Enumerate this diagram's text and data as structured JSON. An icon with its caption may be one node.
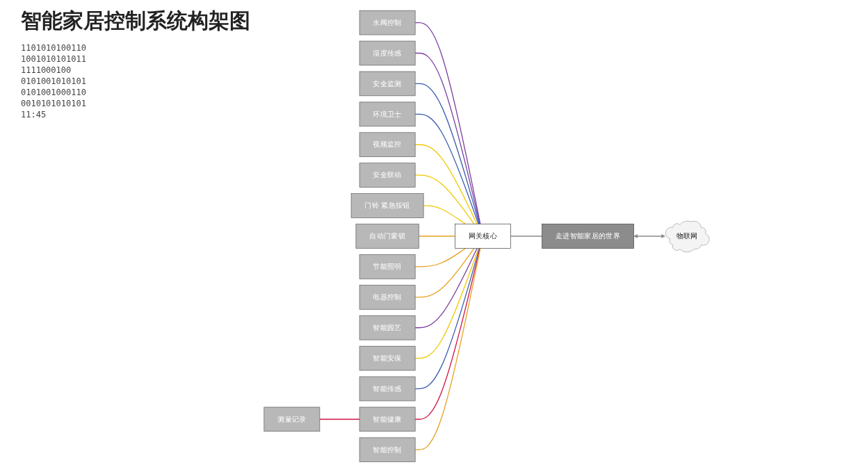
{
  "diagram": {
    "title": "智能家居控制系统构架图",
    "nodes": [
      {
        "text": [
          "水阀控制"
        ]
      },
      {
        "text": [
          "湿度传感"
        ]
      },
      {
        "text": [
          "安全监测"
        ]
      },
      {
        "text": [
          "环境卫士"
        ]
      },
      {
        "text": [
          "视频监控"
        ]
      },
      {
        "text": [
          "安全联动"
        ]
      },
      {
        "text": [
          "门铃 紧急按钮"
        ]
      },
      {
        "text": [
          "自动门窗锁"
        ]
      },
      {
        "text": [
          "节能照明"
        ]
      },
      {
        "text": [
          "电器控制"
        ]
      },
      {
        "text": [
          "智能园艺"
        ]
      },
      {
        "text": [
          "智能安保"
        ]
      },
      {
        "text": [
          "智能传感"
        ]
      },
      {
        "text": [
          "测量记录"
        ]
      },
      {
        "text": [
          "智能健康"
        ]
      },
      {
        "text": [
          "智能控制"
        ]
      },
      {
        "text": [
          "网关核心"
        ]
      },
      {
        "text": [
          "物联网"
        ]
      },
      {
        "text": [
          "走进智能家居的世界"
        ]
      }
    ],
    "edges": [
      {
        "from": 0,
        "to": 16,
        "arrow": "none",
        "color": "#7b3fa0"
      },
      {
        "from": 1,
        "to": 16,
        "arrow": "none",
        "color": "#7b3fa0"
      },
      {
        "from": 2,
        "to": 16,
        "arrow": "none",
        "color": "#3a5bb0"
      },
      {
        "from": 3,
        "to": 16,
        "arrow": "none",
        "color": "#3a5bb0"
      },
      {
        "from": 4,
        "to": 16,
        "arrow": "none",
        "color": "#f0c800"
      },
      {
        "from": 5,
        "to": 16,
        "arrow": "none",
        "color": "#f0c800"
      },
      {
        "from": 6,
        "to": 16,
        "arrow": "none",
        "color": "#f0c800"
      },
      {
        "from": 7,
        "to": 16,
        "arrow": "none",
        "color": "#e8a020"
      },
      {
        "from": 8,
        "to": 16,
        "arrow": "none",
        "color": "#e8a020"
      },
      {
        "from": 9,
        "to": 16,
        "arrow": "none",
        "color": "#e8a020"
      },
      {
        "from": 10,
        "to": 16,
        "arrow": "none",
        "color": "#7b3fa0"
      },
      {
        "from": 11,
        "to": 16,
        "arrow": "none",
        "color": "#f0c800"
      },
      {
        "from": 12,
        "to": 16,
        "arrow": "none",
        "color": "#3a5bb0"
      },
      {
        "from": 13,
        "to": 14,
        "arrow": "none",
        "color": "#d01040"
      },
      {
        "from": 14,
        "to": 16,
        "arrow": "none",
        "color": "#d01040"
      },
      {
        "from": 15,
        "to": 16,
        "arrow": "none",
        "color": "#e8a020"
      },
      {
        "from": 16,
        "to": 18,
        "arrow": "none",
        "color": "#888888"
      },
      {
        "from": 17,
        "to": 18,
        "arrow": "both",
        "color": "#888888"
      }
    ],
    "labels": [
      "1101010100110",
      "1001010101011",
      "1111000100",
      "0101001010101",
      "0101001000110",
      "0010101010101",
      "11:45"
    ]
  }
}
